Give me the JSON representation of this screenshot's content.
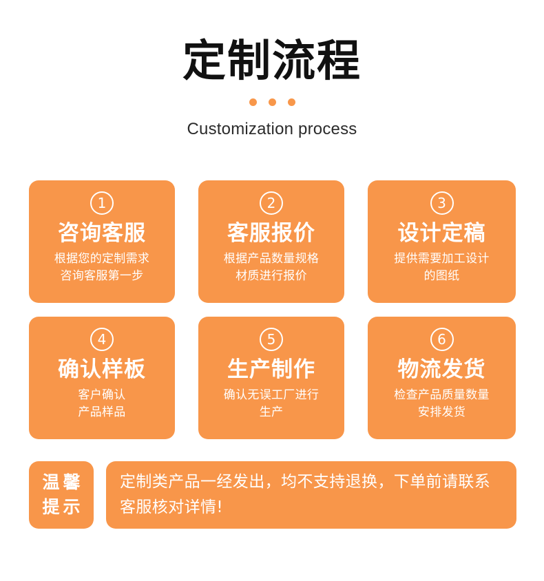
{
  "header": {
    "title": "定制流程",
    "subtitle": "Customization process",
    "dots_count": 3,
    "dot_color": "#f8974a",
    "title_color": "#111111",
    "subtitle_color": "#2b2b2b"
  },
  "theme": {
    "accent": "#f8964a",
    "background": "#ffffff",
    "card_text": "#ffffff"
  },
  "steps": [
    {
      "number": "1",
      "title": "咨询客服",
      "desc": "根据您的定制需求\n咨询客服第一步"
    },
    {
      "number": "2",
      "title": "客服报价",
      "desc": "根据产品数量规格\n材质进行报价"
    },
    {
      "number": "3",
      "title": "设计定稿",
      "desc": "提供需要加工设计\n的图纸"
    },
    {
      "number": "4",
      "title": "确认样板",
      "desc": "客户确认\n产品样品"
    },
    {
      "number": "5",
      "title": "生产制作",
      "desc": "确认无误工厂进行\n生产"
    },
    {
      "number": "6",
      "title": "物流发货",
      "desc": "检查产品质量数量\n安排发货"
    }
  ],
  "notice": {
    "badge_line1": "温馨",
    "badge_line2": "提示",
    "text": "定制类产品一经发出，均不支持退换，下单前请联系客服核对详情!"
  }
}
